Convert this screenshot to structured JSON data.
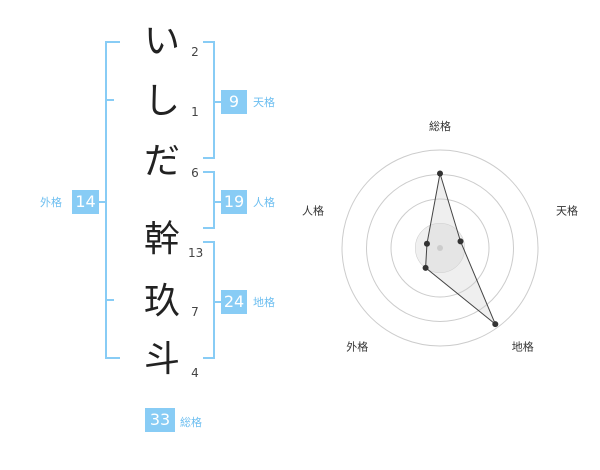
{
  "colors": {
    "accent": "#88ccf5",
    "label_text": "#6cbef0",
    "char_text": "#222222"
  },
  "characters": [
    {
      "char": "い",
      "strokes": "2"
    },
    {
      "char": "し",
      "strokes": "1"
    },
    {
      "char": "だ",
      "strokes": "6"
    },
    {
      "char": "幹",
      "strokes": "13"
    },
    {
      "char": "玖",
      "strokes": "7"
    },
    {
      "char": "斗",
      "strokes": "4"
    }
  ],
  "kaku": {
    "tenkaku": {
      "value": "9",
      "label": "天格"
    },
    "jinkaku": {
      "value": "19",
      "label": "人格"
    },
    "chikaku": {
      "value": "24",
      "label": "地格"
    },
    "gaikaku": {
      "value": "14",
      "label": "外格"
    },
    "soukaku": {
      "value": "33",
      "label": "総格"
    }
  },
  "radar": {
    "axes": [
      "総格",
      "天格",
      "地格",
      "外格",
      "人格"
    ],
    "values": [
      0.76,
      0.22,
      0.96,
      0.25,
      0.14
    ],
    "rings": 4
  }
}
